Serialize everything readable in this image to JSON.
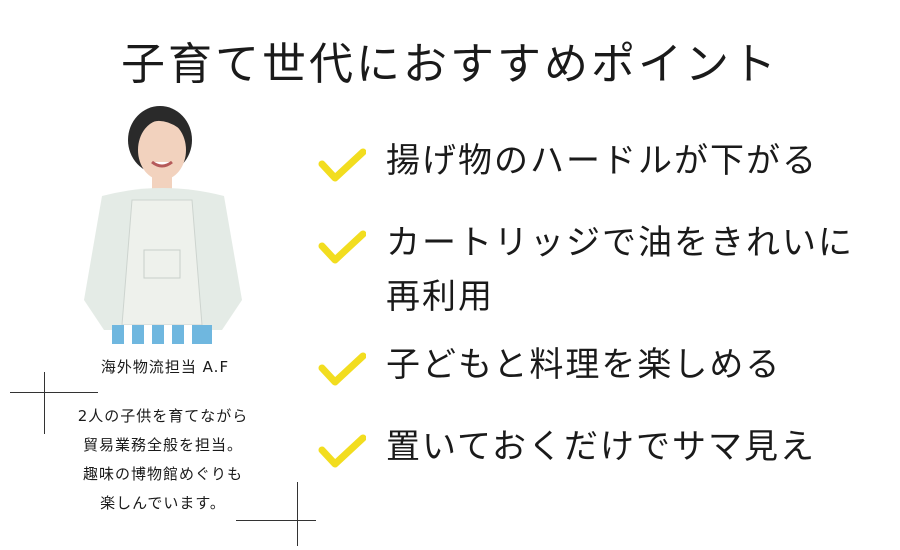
{
  "title": "子育て世代におすすめポイント",
  "person": {
    "name": "海外物流担当 A.F",
    "bio": [
      "2人の子供を育てながら",
      "貿易業務全般を担当。",
      "趣味の博物館めぐりも",
      "楽しんでいます。"
    ]
  },
  "points": [
    {
      "lines": [
        "揚げ物のハードルが下がる"
      ]
    },
    {
      "lines": [
        "カートリッジで油をきれいに",
        "再利用"
      ]
    },
    {
      "lines": [
        "子どもと料理を楽しめる"
      ]
    },
    {
      "lines": [
        "置いておくだけでサマ見え"
      ]
    }
  ],
  "colors": {
    "check": "#f2dd1f",
    "text": "#1a1a1a"
  },
  "icons": {
    "check": "checkmark-icon"
  }
}
